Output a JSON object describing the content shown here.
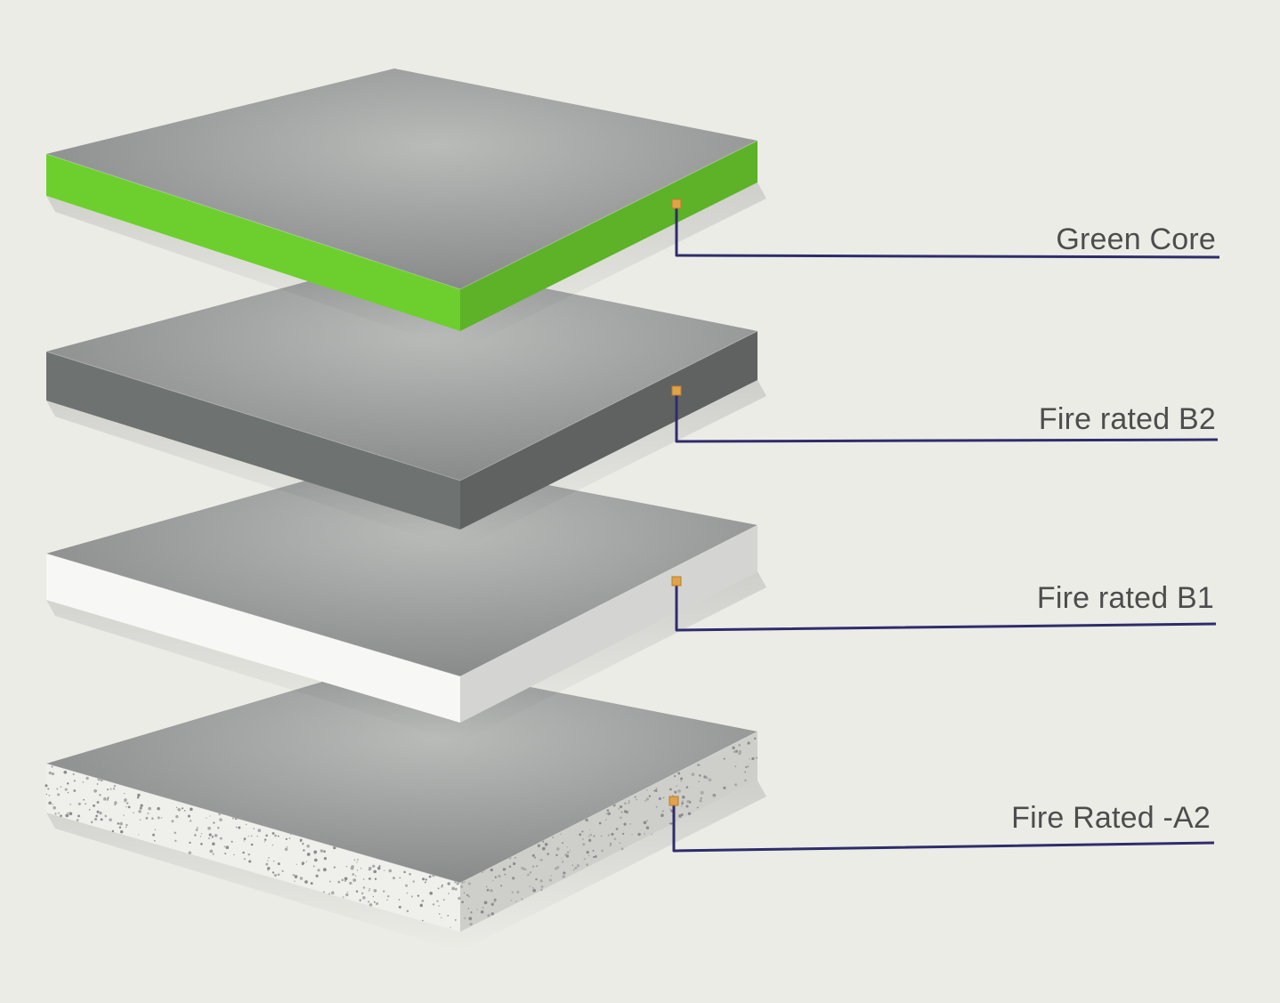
{
  "layers": [
    {
      "label": "Green Core",
      "edge_color": "#6ccf2e",
      "edge_pattern": "solid"
    },
    {
      "label": "Fire rated B2",
      "edge_color": "#6e7271",
      "edge_pattern": "solid"
    },
    {
      "label": "Fire rated B1",
      "edge_color": "#f7f7f5",
      "edge_pattern": "solid"
    },
    {
      "label": "Fire Rated -A2",
      "edge_color": "#efefec",
      "edge_pattern": "speckled"
    }
  ],
  "colors": {
    "background": "#ecece7",
    "top_surface": "#8b8e8d",
    "top_highlight": "#b9bbb9",
    "leader_line": "#2f2c6b",
    "marker": "#e0a24a",
    "label_text": "#4d4d4d"
  }
}
